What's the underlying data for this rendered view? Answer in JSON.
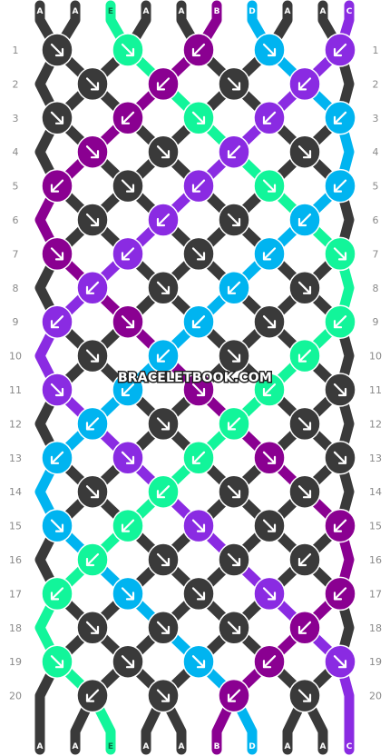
{
  "colors": {
    "A": "#3a3a3a",
    "B": "#8a0091",
    "C": "#8a2be2",
    "D": "#00b4f0",
    "E": "#12f59a"
  },
  "strands_top": [
    "A",
    "A",
    "E",
    "A",
    "A",
    "B",
    "D",
    "A",
    "A",
    "C"
  ],
  "strands_bottom": [
    "A",
    "A",
    "E",
    "A",
    "A",
    "B",
    "D",
    "A",
    "A",
    "C"
  ],
  "row_labels": [
    "1",
    "2",
    "3",
    "4",
    "5",
    "6",
    "7",
    "8",
    "9",
    "10",
    "11",
    "12",
    "13",
    "14",
    "15",
    "16",
    "17",
    "18",
    "19",
    "20"
  ],
  "watermark": "BRACELETBOOK.COM",
  "knots": [
    [
      "A",
      "E",
      "B",
      "D",
      "C"
    ],
    [
      "A",
      "B",
      "A",
      "C"
    ],
    [
      "A",
      "B",
      "E",
      "C",
      "D"
    ],
    [
      "B",
      "A",
      "C",
      "A"
    ],
    [
      "B",
      "A",
      "C",
      "E",
      "D"
    ],
    [
      "A",
      "C",
      "A",
      "D"
    ],
    [
      "B",
      "C",
      "A",
      "D",
      "E"
    ],
    [
      "C",
      "A",
      "D",
      "A"
    ],
    [
      "C",
      "B",
      "D",
      "A",
      "E"
    ],
    [
      "A",
      "D",
      "A",
      "E"
    ],
    [
      "C",
      "D",
      "B",
      "E",
      "A"
    ],
    [
      "D",
      "A",
      "E",
      "A"
    ],
    [
      "D",
      "C",
      "E",
      "B",
      "A"
    ],
    [
      "A",
      "E",
      "A",
      "A"
    ],
    [
      "D",
      "E",
      "C",
      "A",
      "B"
    ],
    [
      "E",
      "A",
      "A",
      "A"
    ],
    [
      "E",
      "D",
      "A",
      "C",
      "B"
    ],
    [
      "A",
      "A",
      "A",
      "B"
    ],
    [
      "E",
      "A",
      "D",
      "B",
      "C"
    ],
    [
      "A",
      "A",
      "B",
      "A"
    ]
  ],
  "knot_dirs": [
    [
      "se",
      "se",
      "sw",
      "se",
      "sw"
    ],
    [
      "se",
      "sw",
      "se",
      "sw"
    ],
    [
      "se",
      "sw",
      "se",
      "sw",
      "sw"
    ],
    [
      "se",
      "se",
      "sw",
      "se"
    ],
    [
      "sw",
      "se",
      "sw",
      "se",
      "sw"
    ],
    [
      "se",
      "sw",
      "se",
      "sw"
    ],
    [
      "se",
      "sw",
      "se",
      "sw",
      "se"
    ],
    [
      "sw",
      "se",
      "sw",
      "se"
    ],
    [
      "sw",
      "se",
      "sw",
      "se",
      "sw"
    ],
    [
      "se",
      "sw",
      "se",
      "sw"
    ],
    [
      "se",
      "sw",
      "se",
      "sw",
      "se"
    ],
    [
      "sw",
      "se",
      "sw",
      "se"
    ],
    [
      "sw",
      "se",
      "sw",
      "se",
      "se"
    ],
    [
      "se",
      "sw",
      "se",
      "se"
    ],
    [
      "se",
      "sw",
      "se",
      "se",
      "sw"
    ],
    [
      "sw",
      "se",
      "se",
      "sw"
    ],
    [
      "sw",
      "se",
      "se",
      "se",
      "sw"
    ],
    [
      "se",
      "se",
      "se",
      "sw"
    ],
    [
      "se",
      "se",
      "se",
      "sw",
      "se"
    ],
    [
      "sw",
      "se",
      "sw",
      "se"
    ]
  ]
}
